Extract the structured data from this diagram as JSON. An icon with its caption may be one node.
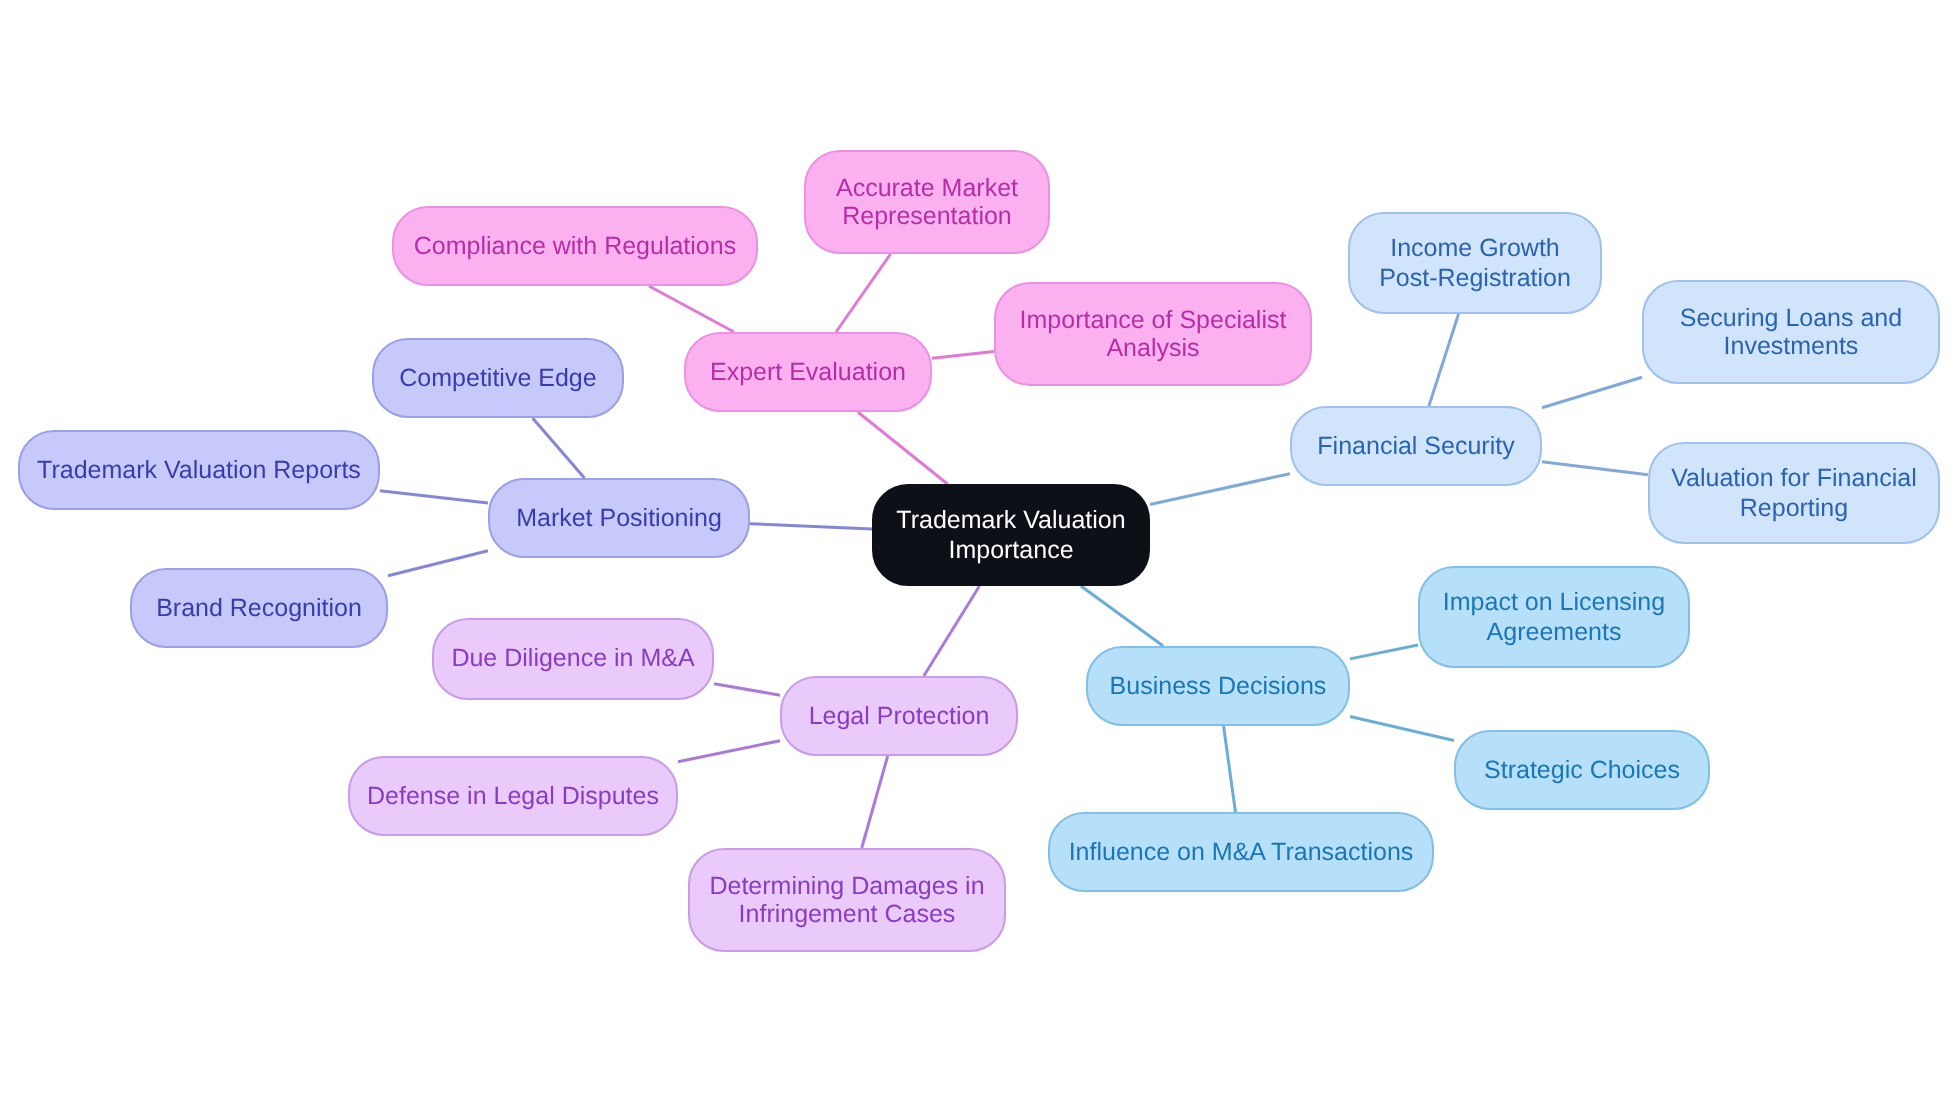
{
  "diagram": {
    "nodes": [
      {
        "text": [
          "Trademark Valuation Importance"
        ]
      },
      {
        "text": [
          "Expert Evaluation"
        ]
      },
      {
        "text": [
          "Compliance with Regulations"
        ]
      },
      {
        "text": [
          "Accurate Market Representation"
        ]
      },
      {
        "text": [
          "Importance of Specialist Analysis"
        ]
      },
      {
        "text": [
          "Financial Security"
        ]
      },
      {
        "text": [
          "Income Growth Post-Registration"
        ]
      },
      {
        "text": [
          "Securing Loans and Investments"
        ]
      },
      {
        "text": [
          "Valuation for Financial Reporting"
        ]
      },
      {
        "text": [
          "Business Decisions"
        ]
      },
      {
        "text": [
          "Impact on Licensing Agreements"
        ]
      },
      {
        "text": [
          "Strategic Choices"
        ]
      },
      {
        "text": [
          "Influence on M&A Transactions"
        ]
      },
      {
        "text": [
          "Legal Protection"
        ]
      },
      {
        "text": [
          "Due Diligence in M&A"
        ]
      },
      {
        "text": [
          "Defense in Legal Disputes"
        ]
      },
      {
        "text": [
          "Determining Damages in Infringement Cases"
        ]
      },
      {
        "text": [
          "Market Positioning"
        ]
      },
      {
        "text": [
          "Competitive Edge"
        ]
      },
      {
        "text": [
          "Trademark Valuation Reports"
        ]
      },
      {
        "text": [
          "Brand Recognition"
        ]
      }
    ],
    "edges": [
      {
        "from": 0,
        "to": 1,
        "arrow": "none",
        "color": "#e07ad6"
      },
      {
        "from": 1,
        "to": 2,
        "arrow": "none",
        "color": "#e07ad6"
      },
      {
        "from": 1,
        "to": 3,
        "arrow": "none",
        "color": "#e07ad6"
      },
      {
        "from": 1,
        "to": 4,
        "arrow": "none",
        "color": "#e07ad6"
      },
      {
        "from": 0,
        "to": 5,
        "arrow": "none",
        "color": "#80a8d8"
      },
      {
        "from": 5,
        "to": 6,
        "arrow": "none",
        "color": "#80a8d8"
      },
      {
        "from": 5,
        "to": 7,
        "arrow": "none",
        "color": "#80a8d8"
      },
      {
        "from": 5,
        "to": 8,
        "arrow": "none",
        "color": "#80a8d8"
      },
      {
        "from": 0,
        "to": 9,
        "arrow": "none",
        "color": "#6aaed8"
      },
      {
        "from": 9,
        "to": 10,
        "arrow": "none",
        "color": "#6aaed8"
      },
      {
        "from": 9,
        "to": 11,
        "arrow": "none",
        "color": "#6aaed8"
      },
      {
        "from": 9,
        "to": 12,
        "arrow": "none",
        "color": "#6aaed8"
      },
      {
        "from": 0,
        "to": 13,
        "arrow": "none",
        "color": "#aa7ad8"
      },
      {
        "from": 13,
        "to": 14,
        "arrow": "none",
        "color": "#aa7ad8"
      },
      {
        "from": 13,
        "to": 15,
        "arrow": "none",
        "color": "#aa7ad8"
      },
      {
        "from": 13,
        "to": 16,
        "arrow": "none",
        "color": "#aa7ad8"
      },
      {
        "from": 0,
        "to": 17,
        "arrow": "none",
        "color": "#8486d8"
      },
      {
        "from": 17,
        "to": 18,
        "arrow": "none",
        "color": "#8486d8"
      },
      {
        "from": 17,
        "to": 19,
        "arrow": "none",
        "color": "#8486d8"
      },
      {
        "from": 17,
        "to": 20,
        "arrow": "none",
        "color": "#8486d8"
      }
    ]
  }
}
